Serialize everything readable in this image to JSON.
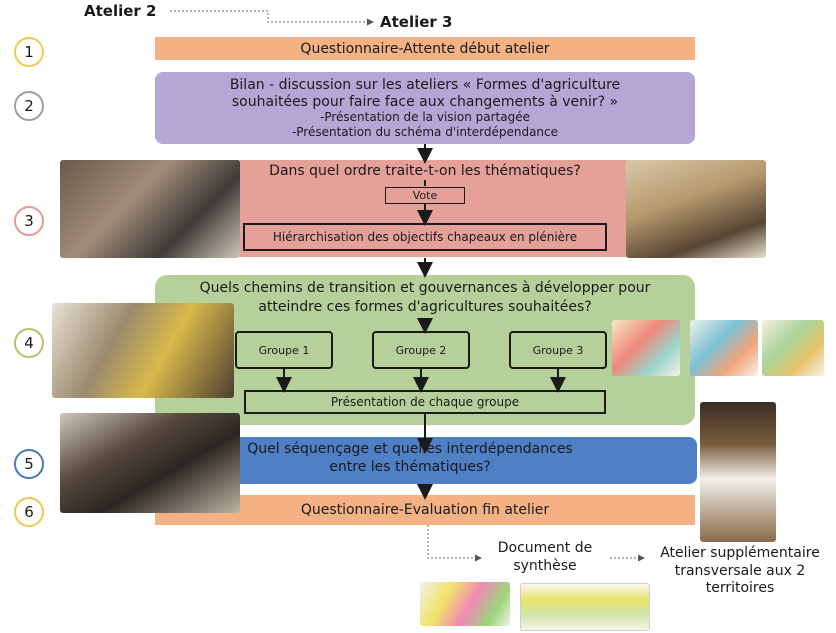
{
  "top": {
    "atelier2": "Atelier 2",
    "atelier3": "Atelier 3"
  },
  "steps": [
    {
      "num": "1",
      "color": "#F2C84B"
    },
    {
      "num": "2",
      "color": "#9E9E9E"
    },
    {
      "num": "3",
      "color": "#E79A93"
    },
    {
      "num": "4",
      "color": "#B3C46B"
    },
    {
      "num": "5",
      "color": "#4A78B8"
    },
    {
      "num": "6",
      "color": "#F2C84B"
    }
  ],
  "step1": {
    "text": "Questionnaire-Attente début atelier",
    "color": "#F4B183"
  },
  "step2": {
    "line1": "Bilan - discussion sur les ateliers « Formes d'agriculture",
    "line2": "souhaitées pour faire face aux changements à venir? »",
    "line3": "-Présentation de la vision partagée",
    "line4": "-Présentation du schéma d'interdépendance",
    "color": "#B4A7D6"
  },
  "step3": {
    "title": "Dans quel ordre traite-t-on les thématiques?",
    "vote": "Vote",
    "hier": "Hiérarchisation des objectifs chapeaux en plénière",
    "color": "#E6A09A"
  },
  "step4": {
    "line1": "Quels chemins de transition et gouvernances à développer pour",
    "line2": "atteindre ces formes d'agricultures souhaitées?",
    "groups": [
      "Groupe 1",
      "Groupe 2",
      "Groupe 3"
    ],
    "presentation": "Présentation de chaque groupe",
    "color": "#B5D09A"
  },
  "step5": {
    "line1": "Quel séquençage et quelles interdépendances",
    "line2": "entre les thématiques?",
    "color": "#4F7FC4"
  },
  "step6": {
    "text": "Questionnaire-Evaluation fin atelier",
    "color": "#F4B183"
  },
  "bottom": {
    "doc_line1": "Document de",
    "doc_line2": "synthèse",
    "extra_line1": "Atelier supplémentaire",
    "extra_line2": "transversale aux 2",
    "extra_line3": "territoires"
  }
}
